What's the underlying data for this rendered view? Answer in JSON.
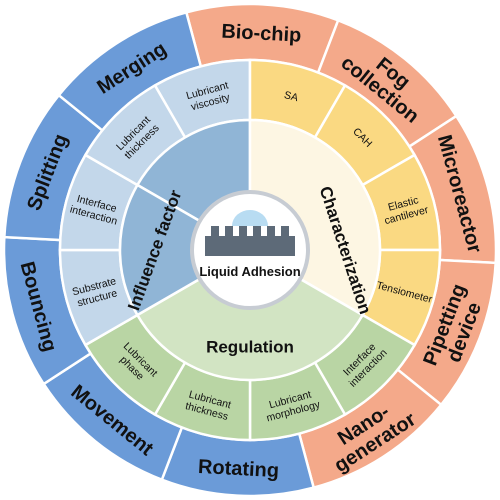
{
  "center": {
    "label": "Liquid Adhesion"
  },
  "ring3": [
    {
      "label": "Influence factor",
      "color": "#90b5d6"
    },
    {
      "label": "Characterization",
      "color": "#fdf6e3"
    },
    {
      "label": "Regulation",
      "color": "#d2e4c3"
    }
  ],
  "ring2": [
    {
      "label": "Lubricant\nviscosity",
      "group": "Influence factor",
      "color": "#c3d7ea"
    },
    {
      "label": "SA",
      "group": "Characterization",
      "color": "#fad982"
    },
    {
      "label": "CAH",
      "group": "Characterization",
      "color": "#fad982"
    },
    {
      "label": "Elastic\ncantilever",
      "group": "Characterization",
      "color": "#fad982"
    },
    {
      "label": "Tensiometer",
      "group": "Characterization",
      "color": "#fad982"
    },
    {
      "label": "Interface\ninteraction",
      "group": "Regulation",
      "color": "#b9d5a4"
    },
    {
      "label": "Lubricant\nmorphology",
      "group": "Regulation",
      "color": "#b9d5a4"
    },
    {
      "label": "Lubricant\nthickness",
      "group": "Regulation",
      "color": "#b9d5a4"
    },
    {
      "label": "Lubricant\nphase",
      "group": "Regulation",
      "color": "#b9d5a4"
    },
    {
      "label": "Substrate\nstructure",
      "group": "Influence factor",
      "color": "#c3d7ea"
    },
    {
      "label": "Interface\ninteraction",
      "group": "Influence factor",
      "color": "#c3d7ea"
    },
    {
      "label": "Lubricant\nthickness",
      "group": "Influence factor",
      "color": "#c3d7ea"
    }
  ],
  "outer": [
    {
      "label": "Bio-chip",
      "color": "#f4a98a"
    },
    {
      "label": "Fog\ncollection",
      "color": "#f4a98a"
    },
    {
      "label": "Microreactor",
      "color": "#f4a98a"
    },
    {
      "label": "Pipetting\ndevice",
      "color": "#f4a98a"
    },
    {
      "label": "Nano-\ngenerator",
      "color": "#f4a98a"
    },
    {
      "label": "Rotating",
      "color": "#6b9bd8"
    },
    {
      "label": "Movement",
      "color": "#6b9bd8"
    },
    {
      "label": "Bouncing",
      "color": "#6b9bd8"
    },
    {
      "label": "Splitting",
      "color": "#6b9bd8"
    },
    {
      "label": "Merging",
      "color": "#6b9bd8"
    }
  ],
  "colors": {
    "center_fill": "#ffffff",
    "center_stroke": "#c7ccd3",
    "substrate": "#5d6a78",
    "droplet": "#b8dcf2"
  }
}
